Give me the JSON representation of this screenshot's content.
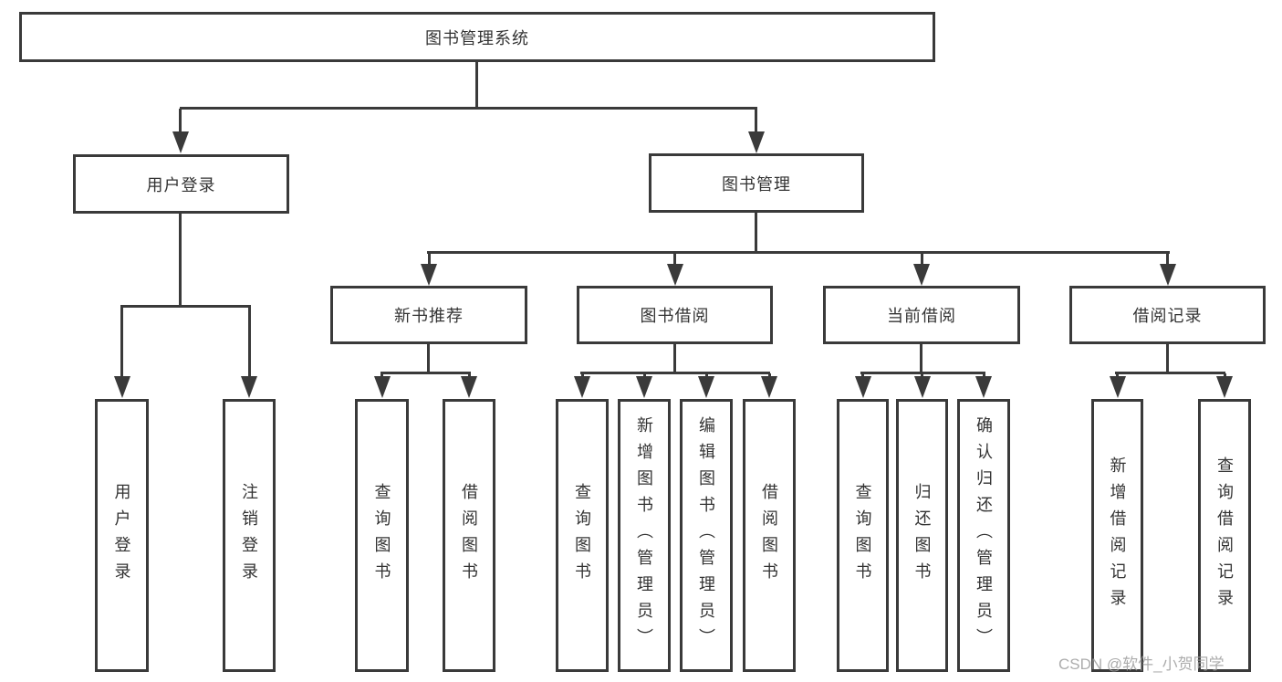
{
  "diagram": {
    "tree": {
      "label": "图书管理系统",
      "children": [
        {
          "label": "用户登录",
          "children": [
            {
              "label": "用户登录"
            },
            {
              "label": "注销登录"
            }
          ]
        },
        {
          "label": "图书管理",
          "children": [
            {
              "label": "新书推荐",
              "children": [
                {
                  "label": "查询图书"
                },
                {
                  "label": "借阅图书"
                }
              ]
            },
            {
              "label": "图书借阅",
              "children": [
                {
                  "label": "查询图书"
                },
                {
                  "label": "新增图书（管理员）"
                },
                {
                  "label": "编辑图书（管理员）"
                },
                {
                  "label": "借阅图书"
                }
              ]
            },
            {
              "label": "当前借阅",
              "children": [
                {
                  "label": "查询图书"
                },
                {
                  "label": "归还图书"
                },
                {
                  "label": "确认归还（管理员）"
                }
              ]
            },
            {
              "label": "借阅记录",
              "children": [
                {
                  "label": "新增借阅记录"
                },
                {
                  "label": "查询借阅记录"
                }
              ]
            }
          ]
        }
      ]
    },
    "watermark": "CSDN @软件_小贺同学",
    "colors": {
      "line": "#3a3a3a",
      "text": "#333333",
      "watermark": "#9e9e9e",
      "background": "#ffffff"
    }
  }
}
